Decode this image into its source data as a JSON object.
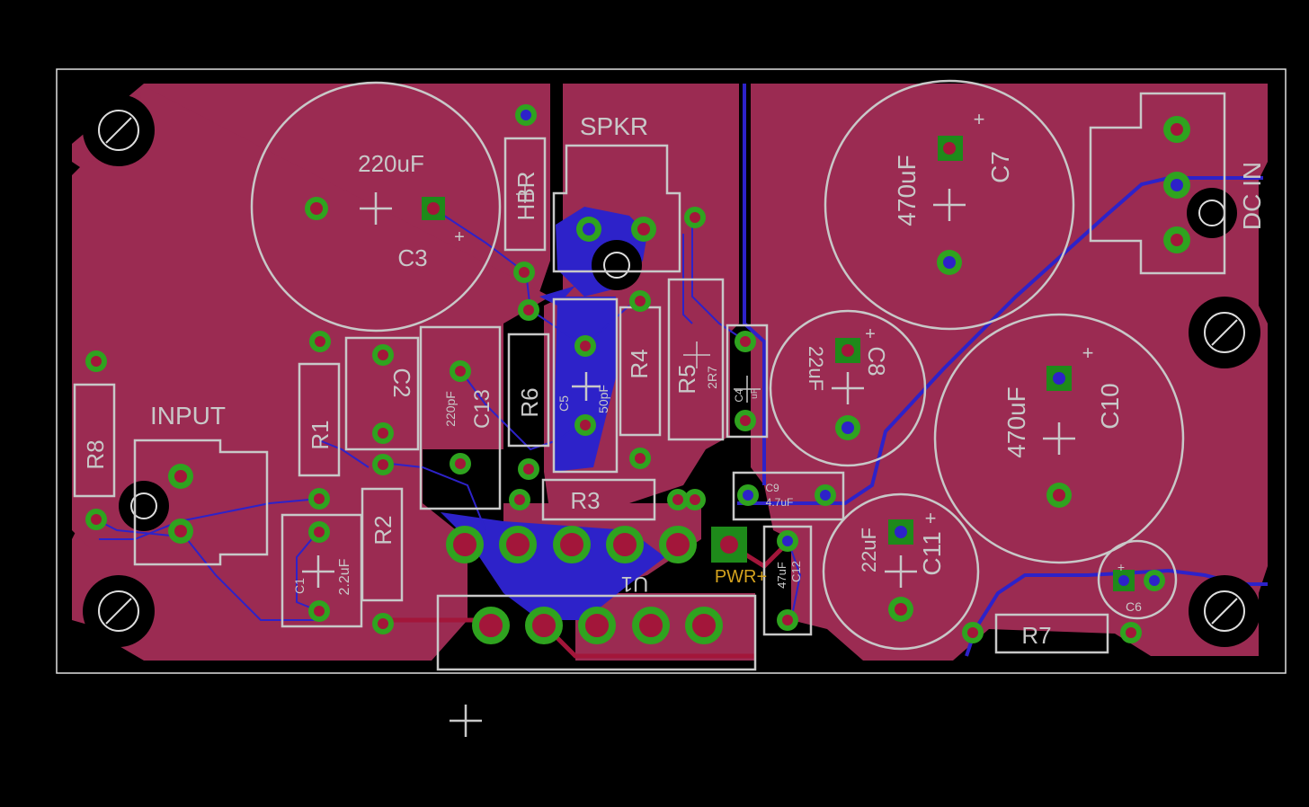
{
  "board": {
    "colors": {
      "background": "#000000",
      "top_copper": "#9b2b52",
      "bottom_copper": "#2d22c9",
      "pad_ring": "#2fa31f",
      "silkscreen": "#c8c8c8",
      "outline": "#e0e0e0",
      "trace_red": "#a3163a",
      "label_yellow": "#d4a21e"
    }
  },
  "labels": {
    "c3_value": "220uF",
    "c3_name": "C3",
    "hbr": "HBR",
    "spkr": "SPKR",
    "c7_value": "470uF",
    "c7_name": "C7",
    "dc_in": "DC IN",
    "input": "INPUT",
    "r8": "R8",
    "r1": "R1",
    "c2": "C2",
    "c13_value": "220pF",
    "c13_name": "C13",
    "r6": "R6",
    "c5_name": "C5",
    "c5_value": "50pF",
    "r4": "R4",
    "r5": "R5",
    "r5_value": "2R7",
    "c4_name": "C4",
    "c4_value": "uF",
    "c8_value": "22uF",
    "c8_name": "C8",
    "c10_value": "470uF",
    "c10_name": "C10",
    "r3": "R3",
    "c9_name": "C9",
    "c9_value": "4.7uF",
    "r2": "R2",
    "c1_name": "C1",
    "c1_value": "2.2uF",
    "u1": "U1",
    "pwr": "PWR+",
    "c12_value": "47uF",
    "c12_name": "C12",
    "c11_value": "22uF",
    "c11_name": "C11",
    "c6": "C6",
    "r7": "R7",
    "plus": "+"
  }
}
